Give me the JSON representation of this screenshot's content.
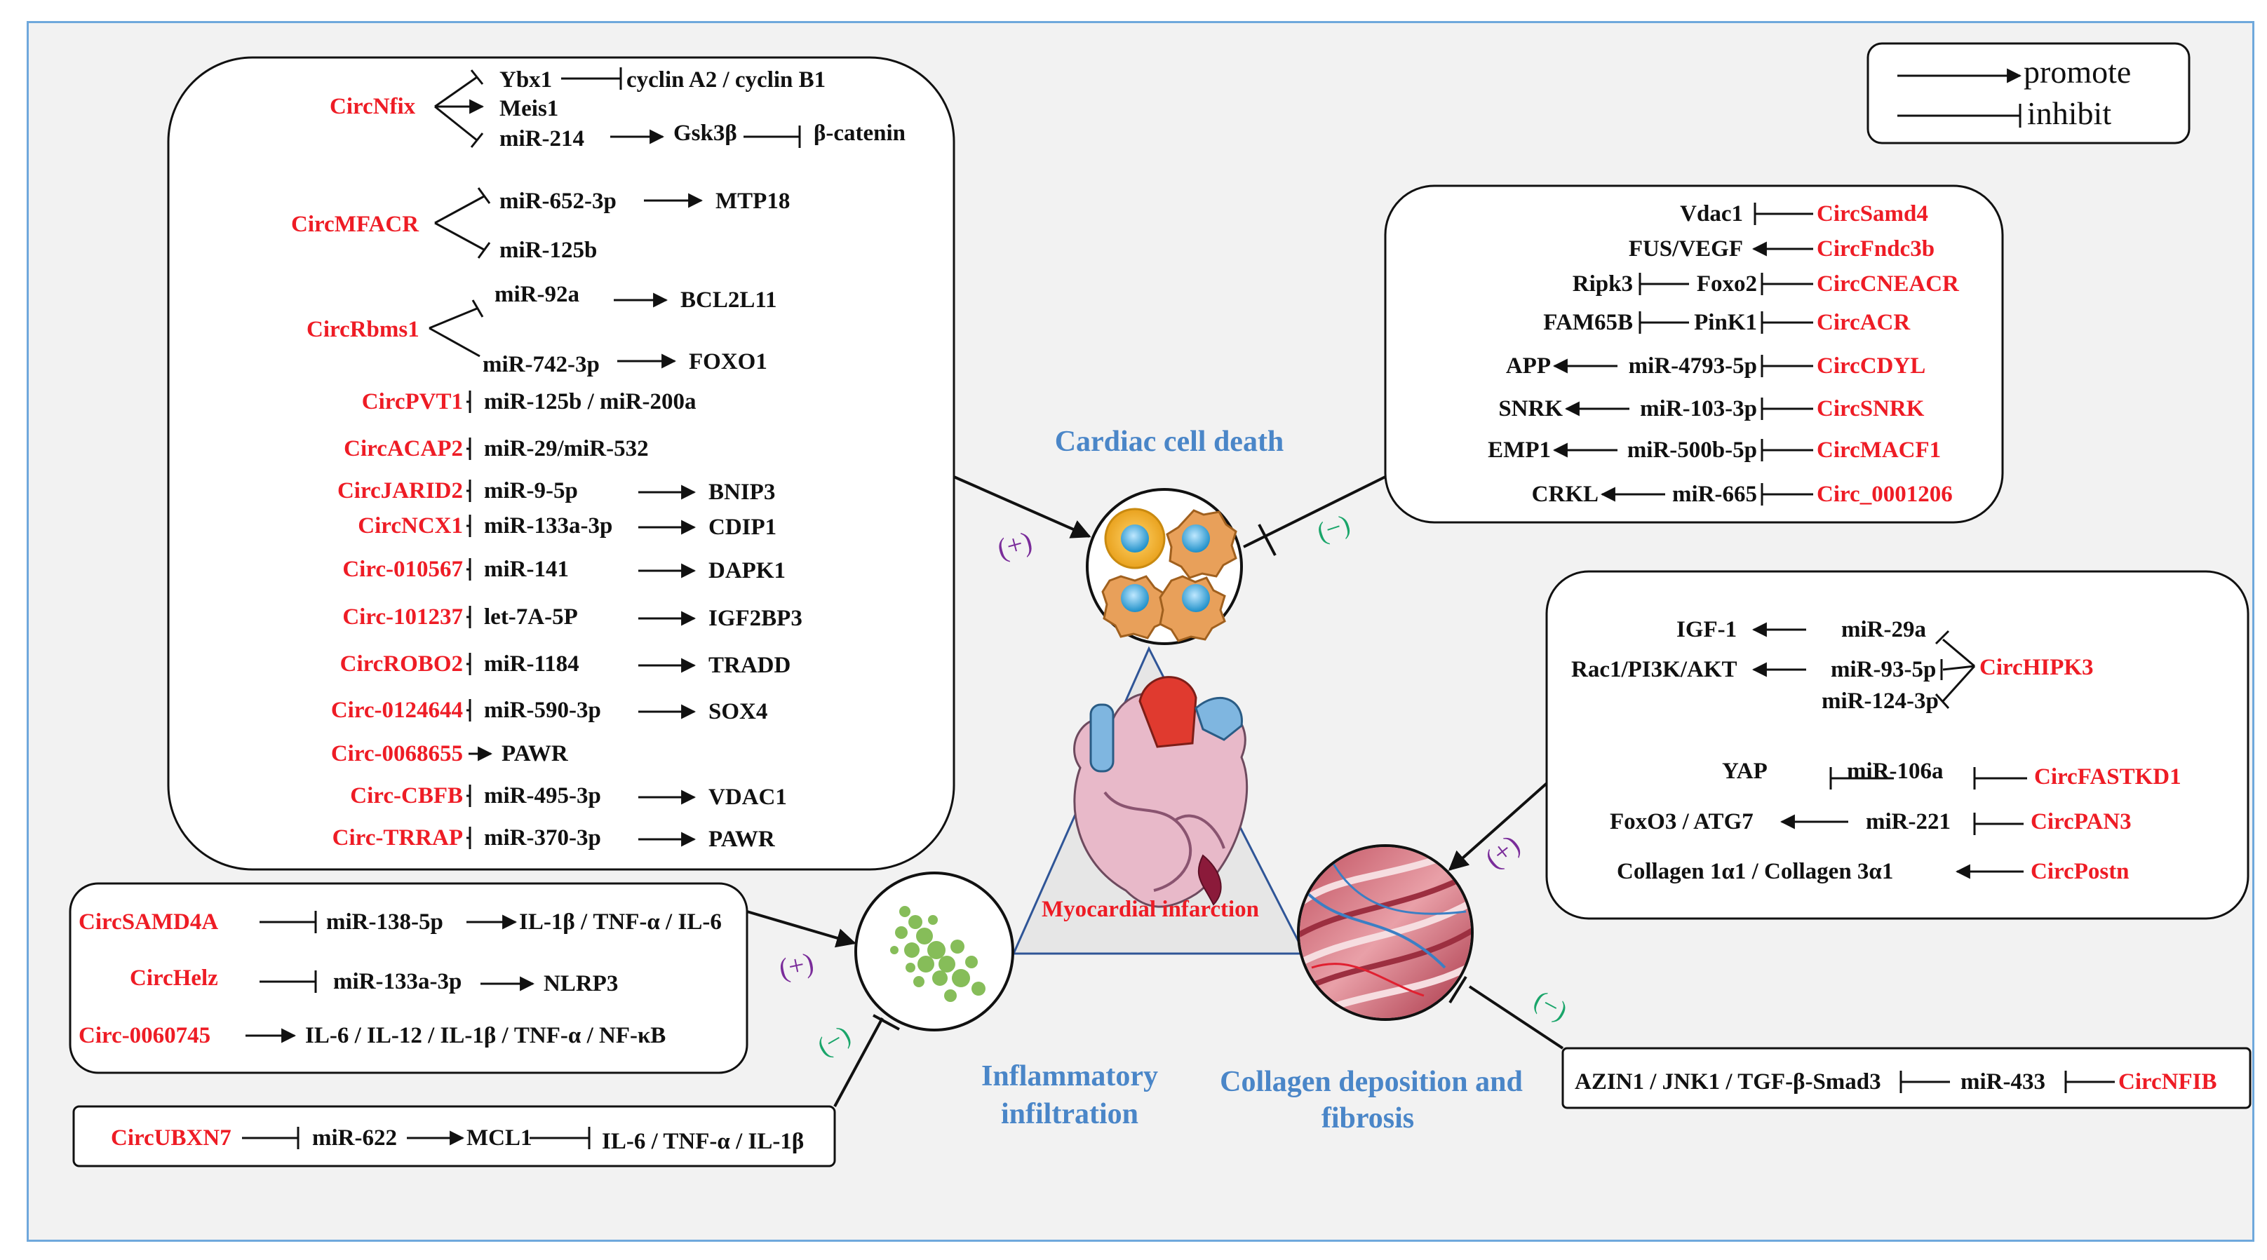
{
  "colors": {
    "circ_red": "#ee1c25",
    "title_blue": "#4a86c8",
    "text": "#111111",
    "plus_purple": "#7a2c9a",
    "minus_green": "#1aa56a",
    "triangle_fill": "#e6e6e6",
    "triangle_edge": "#2f5597",
    "frame": "#6fa8dc",
    "background": "#f2f2f2"
  },
  "legend": {
    "promote": "promote",
    "inhibit": "inhibit"
  },
  "centers": {
    "cardiac_cell_death": "Cardiac cell death",
    "mi": "Myocardial infarction",
    "inflammatory_1": "Inflammatory",
    "inflammatory_2": "infiltration",
    "collagen_1": "Collagen deposition and",
    "collagen_2": "fibrosis"
  },
  "signs": {
    "plus": "(+)",
    "minus": "(−)"
  },
  "icons": {
    "cells": "apoptotic-cells-icon",
    "heart": "heart-icon",
    "leaf": "inflammatory-cells-icon",
    "fibers": "collagen-fibers-icon"
  },
  "left_box": {
    "nfix": {
      "circ": "CircNfix",
      "t1": "Ybx1",
      "t1b": "cyclin A2 / cyclin B1",
      "t2": "Meis1",
      "t3": "miR-214",
      "t3b": "Gsk3β",
      "t3c": "β-catenin"
    },
    "mfacr": {
      "circ": "CircMFACR",
      "t1": "miR-652-3p",
      "t1b": "MTP18",
      "t2": "miR-125b"
    },
    "rbms1": {
      "circ": "CircRbms1",
      "t1": "miR-92a",
      "t1b": "BCL2L11",
      "t2": "miR-742-3p",
      "t2b": "FOXO1"
    },
    "rows": [
      {
        "circ": "CircPVT1",
        "mid": "miR-125b / miR-200a",
        "target": ""
      },
      {
        "circ": "CircACAP2",
        "mid": "miR-29/miR-532",
        "target": ""
      },
      {
        "circ": "CircJARID2",
        "mid": "miR-9-5p",
        "target": "BNIP3"
      },
      {
        "circ": "CircNCX1",
        "mid": "miR-133a-3p",
        "target": "CDIP1"
      },
      {
        "circ": "Circ-010567",
        "mid": "miR-141",
        "target": "DAPK1"
      },
      {
        "circ": "Circ-101237",
        "mid": "let-7A-5P",
        "target": "IGF2BP3"
      },
      {
        "circ": "CircROBO2",
        "mid": "miR-1184",
        "target": "TRADD"
      },
      {
        "circ": "Circ-0124644",
        "mid": "miR-590-3p",
        "target": "SOX4"
      },
      {
        "circ": "Circ-0068655",
        "mid": "",
        "target": "PAWR"
      },
      {
        "circ": "Circ-CBFB",
        "mid": "miR-495-3p",
        "target": "VDAC1"
      },
      {
        "circ": "Circ-TRRAP",
        "mid": "miR-370-3p",
        "target": "PAWR"
      }
    ]
  },
  "right_top_box": {
    "rows": [
      {
        "target": "Vdac1",
        "mid": "",
        "circ": "CircSamd4"
      },
      {
        "target": "FUS/VEGF",
        "mid": "",
        "circ": "CircFndc3b"
      },
      {
        "target": "Ripk3",
        "mid": "Foxo2",
        "circ": "CircCNEACR"
      },
      {
        "target": "FAM65B",
        "mid": "PinK1",
        "circ": "CircACR"
      },
      {
        "target": "APP",
        "mid": "miR-4793-5p",
        "circ": "CircCDYL"
      },
      {
        "target": "SNRK",
        "mid": "miR-103-3p",
        "circ": "CircSNRK"
      },
      {
        "target": "EMP1",
        "mid": "miR-500b-5p",
        "circ": "CircMACF1"
      },
      {
        "target": "CRKL",
        "mid": "miR-665",
        "circ": "Circ_0001206"
      }
    ]
  },
  "right_mid_box": {
    "hipk3": {
      "circ": "CircHIPK3",
      "t1": "IGF-1",
      "m1": "miR-29a",
      "t2": "Rac1/PI3K/AKT",
      "m2": "miR-93-5p",
      "m3": "miR-124-3p"
    },
    "fastkd1": {
      "target": "YAP",
      "mid": "miR-106a",
      "circ": "CircFASTKD1"
    },
    "pan3": {
      "target": "FoxO3 / ATG7",
      "mid": "miR-221",
      "circ": "CircPAN3"
    },
    "postn": {
      "target": "Collagen 1α1 / Collagen 3α1",
      "circ": "CircPostn"
    }
  },
  "right_bottom_box": {
    "target": "AZIN1 / JNK1 / TGF-β-Smad3",
    "mid": "miR-433",
    "circ": "CircNFIB"
  },
  "left_inflam_box": {
    "samd4a": {
      "circ": "CircSAMD4A",
      "mid": "miR-138-5p",
      "target": "IL-1β / TNF-α / IL-6"
    },
    "helz": {
      "circ": "CircHelz",
      "mid": "miR-133a-3p",
      "target": "NLRP3"
    },
    "c0060745": {
      "circ": "Circ-0060745",
      "target": "IL-6 / IL-12 / IL-1β / TNF-α / NF-κB"
    }
  },
  "ubxn7_box": {
    "circ": "CircUBXN7",
    "mid": "miR-622",
    "mid2": "MCL1",
    "target": "IL-6 / TNF-α / IL-1β"
  }
}
